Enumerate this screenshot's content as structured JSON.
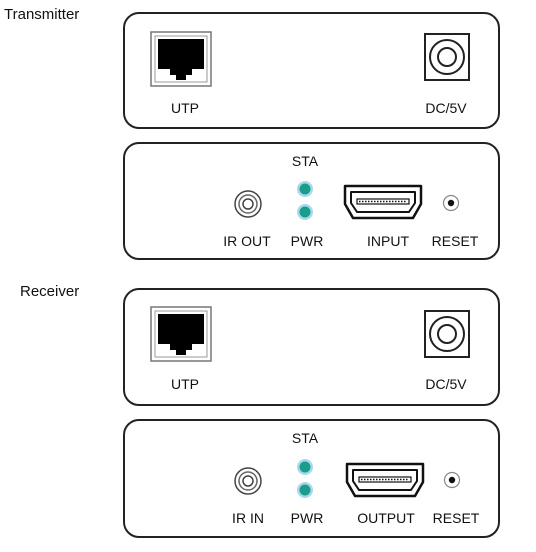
{
  "transmitter": {
    "title": "Transmitter",
    "back_panel": {
      "utp_label": "UTP",
      "dc_label": "DC/5V"
    },
    "front_panel": {
      "sta_label": "STA",
      "ir_label": "IR OUT",
      "pwr_label": "PWR",
      "hdmi_label": "INPUT",
      "reset_label": "RESET"
    }
  },
  "receiver": {
    "title": "Receiver",
    "back_panel": {
      "utp_label": "UTP",
      "dc_label": "DC/5V"
    },
    "front_panel": {
      "sta_label": "STA",
      "ir_label": "IR IN",
      "pwr_label": "PWR",
      "hdmi_label": "OUTPUT",
      "reset_label": "RESET"
    }
  },
  "colors": {
    "led": "#1a9e8a",
    "led_glow": "#a8d8ee",
    "outline": "#222222"
  }
}
